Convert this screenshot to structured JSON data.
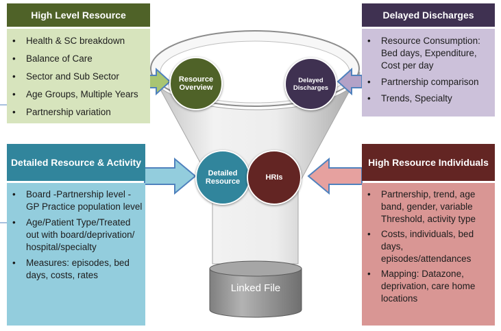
{
  "panels": {
    "high_level": {
      "title": "High Level Resource",
      "items": [
        "Health & SC breakdown",
        "Balance of Care",
        "Sector and Sub Sector",
        "Age Groups, Multiple Years",
        "Partnership variation"
      ]
    },
    "delayed": {
      "title": "Delayed Discharges",
      "items": [
        "Resource Consumption: Bed days, Expenditure, Cost per day",
        "Partnership comparison",
        "Trends, Specialty"
      ]
    },
    "detailed": {
      "title": "Detailed Resource & Activity",
      "items": [
        "Board -Partnership level - GP Practice population level",
        "Age/Patient Type/Treated out with board/deprivation/ hospital/specialty",
        "Measures: episodes, bed days, costs, rates"
      ]
    },
    "hri": {
      "title": "High Resource Individuals",
      "items": [
        "Partnership, trend, age band, gender, variable Threshold, activity type",
        "Costs, individuals, bed days, episodes/attendances",
        "Mapping: Datazone, deprivation, care home locations"
      ]
    }
  },
  "circles": {
    "resource_overview": "Resource Overview",
    "delayed_discharges": "Delayed Discharges",
    "detailed_resource": "Detailed Resource",
    "hris": "HRIs"
  },
  "cylinder": {
    "label": "Linked File"
  },
  "colors": {
    "green_header": "#4f6228",
    "green_body": "#d7e4bd",
    "purple_header": "#3f3151",
    "purple_body": "#ccc1da",
    "teal_header": "#31859c",
    "teal_body": "#93cddd",
    "red_header": "#632523",
    "red_body": "#d99694",
    "funnel": "#d9d9d9"
  }
}
